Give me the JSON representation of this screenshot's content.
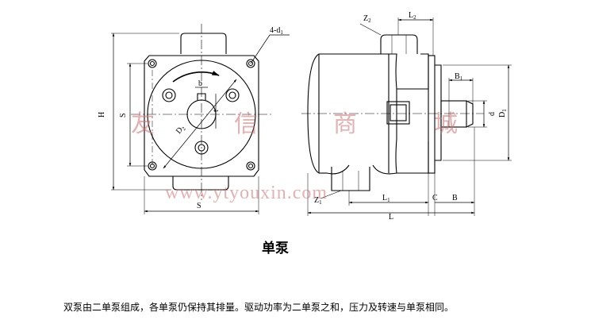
{
  "dimension_labels": {
    "H": "H",
    "S_vertical": "S",
    "S_horizontal": "S",
    "four_d1": "4-d",
    "four_d1_sub": "1",
    "b": "b",
    "t": "t",
    "D2": "D",
    "D2_sub": "2",
    "Z2": "Z",
    "Z2_sub": "2",
    "L2": "L",
    "L2_sub": "2",
    "B1": "B",
    "B1_sub": "1",
    "d": "d",
    "D1": "D",
    "D1_sub": "1",
    "Z1": "Z",
    "Z1_sub": "1",
    "L1": "L",
    "L1_sub": "1",
    "C": "C",
    "B": "B",
    "L": "L"
  },
  "watermark": {
    "chars": [
      "友",
      "信",
      "商",
      "城"
    ],
    "url": "www.ytyouxin.com"
  },
  "caption": "单泵",
  "note": "双泵由二单泵组成，各单泵仍保持其排量。驱动功率为二单泵之和，压力及转速与单泵相同。"
}
